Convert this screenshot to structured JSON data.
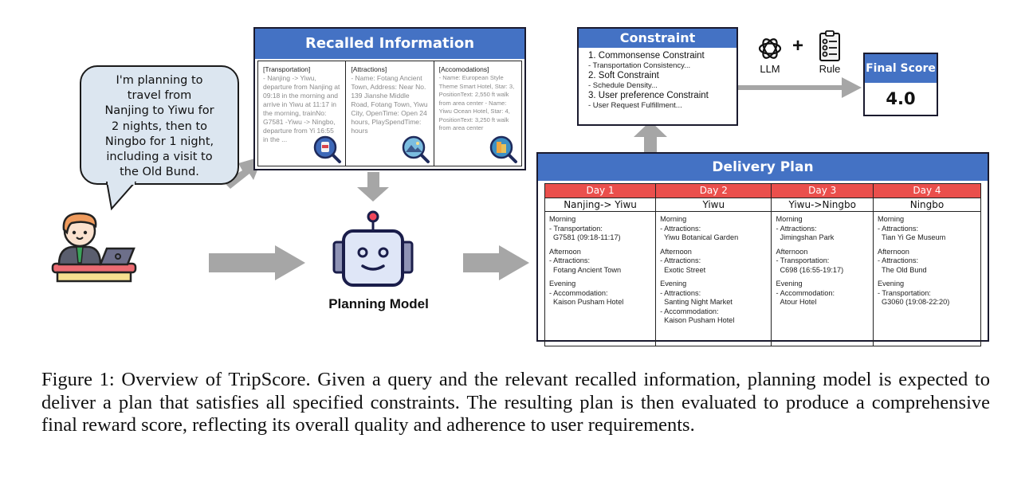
{
  "colors": {
    "header_blue": "#4472c4",
    "day_red": "#ea4f4c",
    "arrow_gray": "#a6a6a6",
    "bubble_fill": "#dce6f0"
  },
  "user_query": {
    "lines": [
      "I'm planning to",
      "travel from",
      "Nanjing to Yiwu for",
      "2 nights, then to",
      "Ningbo for 1 night,",
      "including a visit to",
      "the Old Bund."
    ]
  },
  "recalled": {
    "title": "Recalled Information",
    "columns": [
      {
        "header": "[Transportation]",
        "body": "- Nanjing -> Yiwu, departure from Nanjing at 09:18 in the morning and arrive in Yiwu at 11:17 in the morning, trainNo: G7581 -Yiwu -> Ningbo, departure from Yi 16:55 in the ...",
        "icon": "train-search-icon"
      },
      {
        "header": "[Attractions]",
        "body": "- Name: Fotang Ancient Town, Address: Near No. 139 Jianshe Middle Road, Fotang Town, Yiwu City, OpenTime: Open 24 hours, PlaySpendTime: hours",
        "icon": "landscape-search-icon"
      },
      {
        "header": "[Accomodations]",
        "body": "- Name: European Style Theme Smart Hotel, Star: 3, PositionText: 2,550 ft walk from area center - Name: Yiwu Ocean Hotel, Star: 4, PositionText: 3,250 ft walk from area center",
        "icon": "hotel-search-icon"
      }
    ]
  },
  "planning_model": {
    "label": "Planning Model",
    "icon": "robot-icon"
  },
  "constraint": {
    "title": "Constraint",
    "items": [
      {
        "main": "1. Commonsense Constraint",
        "sub": "- Transportation Consistency..."
      },
      {
        "main": "2. Soft Constraint",
        "sub": "- Schedule Density..."
      },
      {
        "main": "3. User preference Constraint",
        "sub": "- User Request Fulfillment..."
      }
    ]
  },
  "evaluators": {
    "llm_label": "LLM",
    "plus": "+",
    "rule_label": "Rule"
  },
  "final_score": {
    "title": "Final Score",
    "value": "4.0"
  },
  "plan": {
    "title": "Delivery Plan",
    "days": [
      {
        "day": "Day 1",
        "route": "Nanjing-> Yiwu",
        "segments": [
          {
            "time": "Morning",
            "lines": [
              "- Transportation:",
              "G7581 (09:18-11:17)"
            ]
          },
          {
            "time": "Afternoon",
            "lines": [
              "- Attractions:",
              "Fotang Ancient Town"
            ]
          },
          {
            "time": "Evening",
            "lines": [
              "- Accommodation:",
              "Kaison Pusham Hotel"
            ]
          }
        ]
      },
      {
        "day": "Day 2",
        "route": "Yiwu",
        "segments": [
          {
            "time": "Morning",
            "lines": [
              "- Attractions:",
              "Yiwu Botanical Garden"
            ]
          },
          {
            "time": "Afternoon",
            "lines": [
              "- Attractions:",
              "Exotic Street"
            ]
          },
          {
            "time": "Evening",
            "lines": [
              "- Attractions:",
              "Santing Night Market",
              "- Accommodation:",
              "Kaison Pusham Hotel"
            ]
          }
        ]
      },
      {
        "day": "Day 3",
        "route": "Yiwu->Ningbo",
        "segments": [
          {
            "time": "Morning",
            "lines": [
              "- Attractions:",
              "Jimingshan Park"
            ]
          },
          {
            "time": "Afternoon",
            "lines": [
              "- Transportation:",
              "C698 (16:55-19:17)"
            ]
          },
          {
            "time": "Evening",
            "lines": [
              "- Accommodation:",
              "Atour Hotel"
            ]
          }
        ]
      },
      {
        "day": "Day 4",
        "route": "Ningbo",
        "segments": [
          {
            "time": "Morning",
            "lines": [
              "- Attractions:",
              "Tian Yi Ge Museum"
            ]
          },
          {
            "time": "Afternoon",
            "lines": [
              "- Attractions:",
              "The Old Bund"
            ]
          },
          {
            "time": "Evening",
            "lines": [
              "- Transportation:",
              "G3060 (19:08-22:20)"
            ]
          }
        ]
      }
    ]
  },
  "caption": "Figure 1: Overview of TripScore. Given a query and the relevant recalled information, planning model is expected to deliver a plan that satisfies all specified constraints. The resulting plan is then evaluated to produce a comprehensive final reward score, reflecting its overall quality and adherence to user requirements."
}
